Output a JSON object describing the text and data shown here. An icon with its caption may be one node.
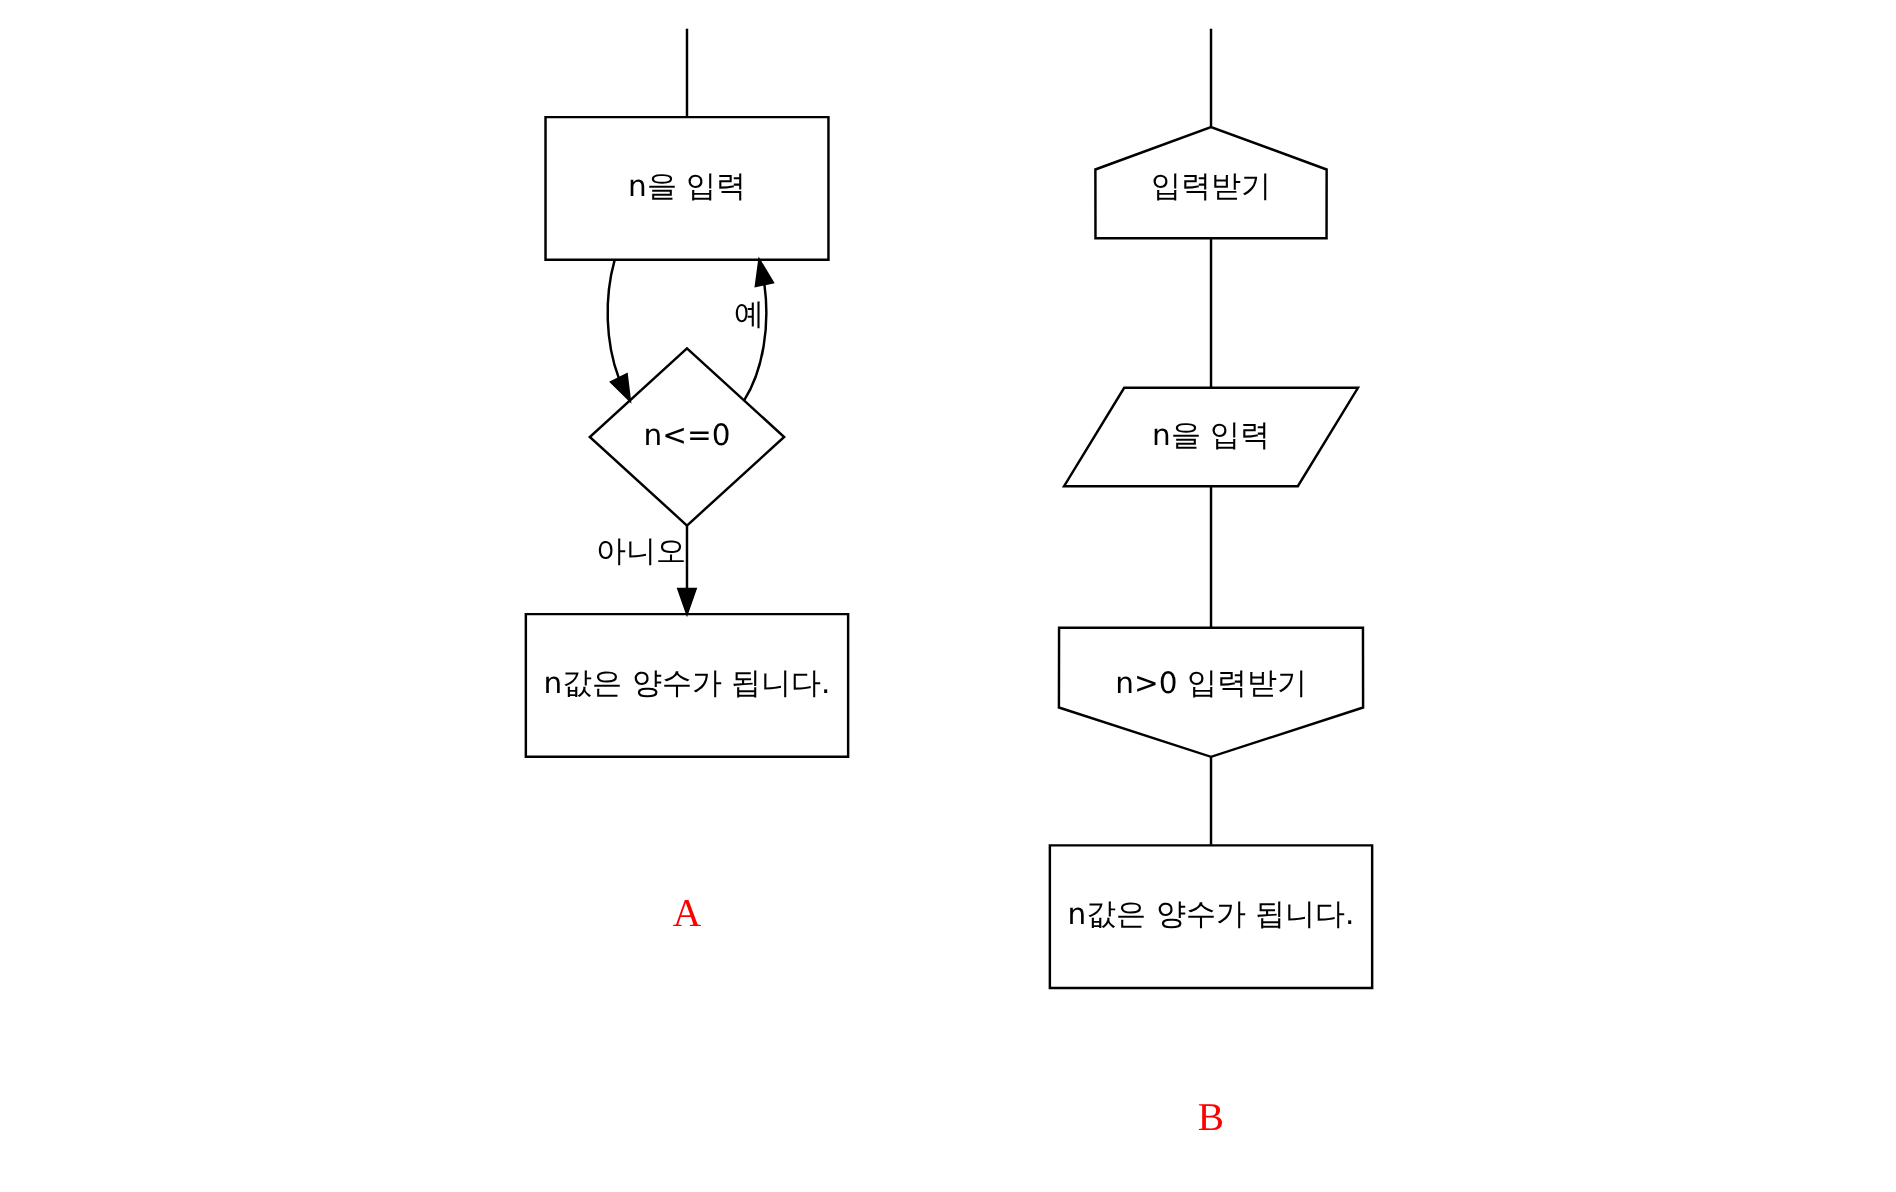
{
  "diagram": {
    "nodes": [
      {
        "text": [
          "n을 입력"
        ]
      },
      {
        "text": [
          "n<=0"
        ]
      },
      {
        "text": [
          "n값은 양수가 됩니다."
        ]
      },
      {
        "text": [
          "입력받기"
        ]
      },
      {
        "text": [
          "n을 입력"
        ]
      },
      {
        "text": [
          "n>0 입력받기"
        ]
      },
      {
        "text": [
          "n값은 양수가 됩니다."
        ]
      }
    ],
    "edges": [
      {
        "from": null,
        "to": 0,
        "arrow": "none"
      },
      {
        "from": 0,
        "to": 1,
        "arrow": "to"
      },
      {
        "from": 1,
        "to": 0,
        "arrow": "to",
        "label": "예"
      },
      {
        "from": 1,
        "to": 2,
        "arrow": "to",
        "label": "아니오"
      },
      {
        "from": null,
        "to": 3,
        "arrow": "none"
      },
      {
        "from": 3,
        "to": 4,
        "arrow": "none"
      },
      {
        "from": 4,
        "to": 5,
        "arrow": "none"
      },
      {
        "from": 5,
        "to": 6,
        "arrow": "none"
      }
    ],
    "labels": [
      "A",
      "B"
    ]
  }
}
